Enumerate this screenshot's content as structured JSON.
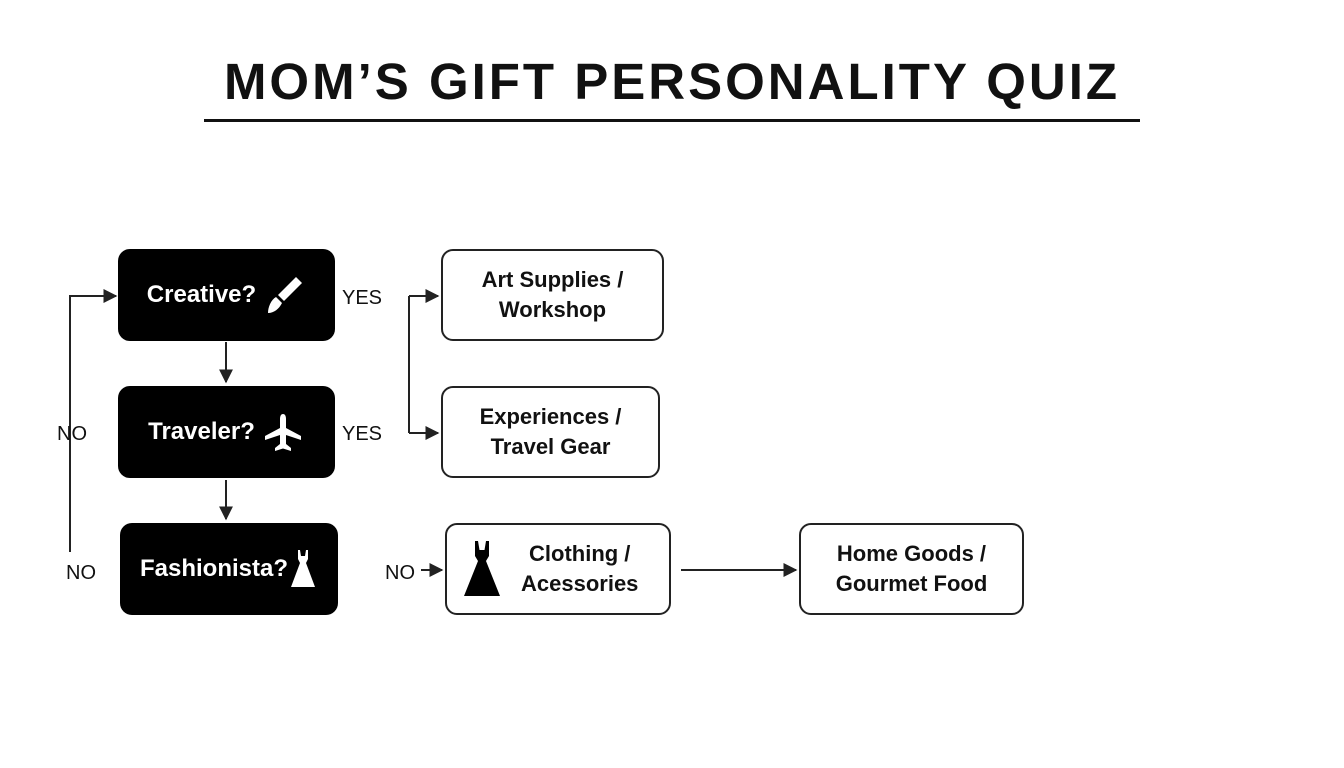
{
  "title": "MOM’S GIFT PERSONALITY QUIZ",
  "questions": {
    "creative": {
      "label": "Creative?",
      "icon": "paintbrush-icon"
    },
    "traveler": {
      "label": "Traveler?",
      "icon": "airplane-icon"
    },
    "fashionista": {
      "label": "Fashionista?",
      "icon": "dress-icon"
    }
  },
  "results": {
    "art": {
      "line1": "Art Supplies /",
      "line2": "Workshop"
    },
    "experiences": {
      "line1": "Experiences /",
      "line2": "Travel Gear"
    },
    "clothing": {
      "line1": "Clothing /",
      "line2": "Acessories",
      "icon": "dress-icon"
    },
    "home": {
      "line1": "Home Goods /",
      "line2": "Gourmet Food"
    }
  },
  "edges": {
    "yes_creative": "YES",
    "yes_traveler": "YES",
    "no_loop": "NO",
    "no_fashionista": "NO",
    "no_to_clothing": "NO"
  },
  "colors": {
    "question_fill": "#000000",
    "question_text": "#ffffff",
    "line": "#222222"
  }
}
